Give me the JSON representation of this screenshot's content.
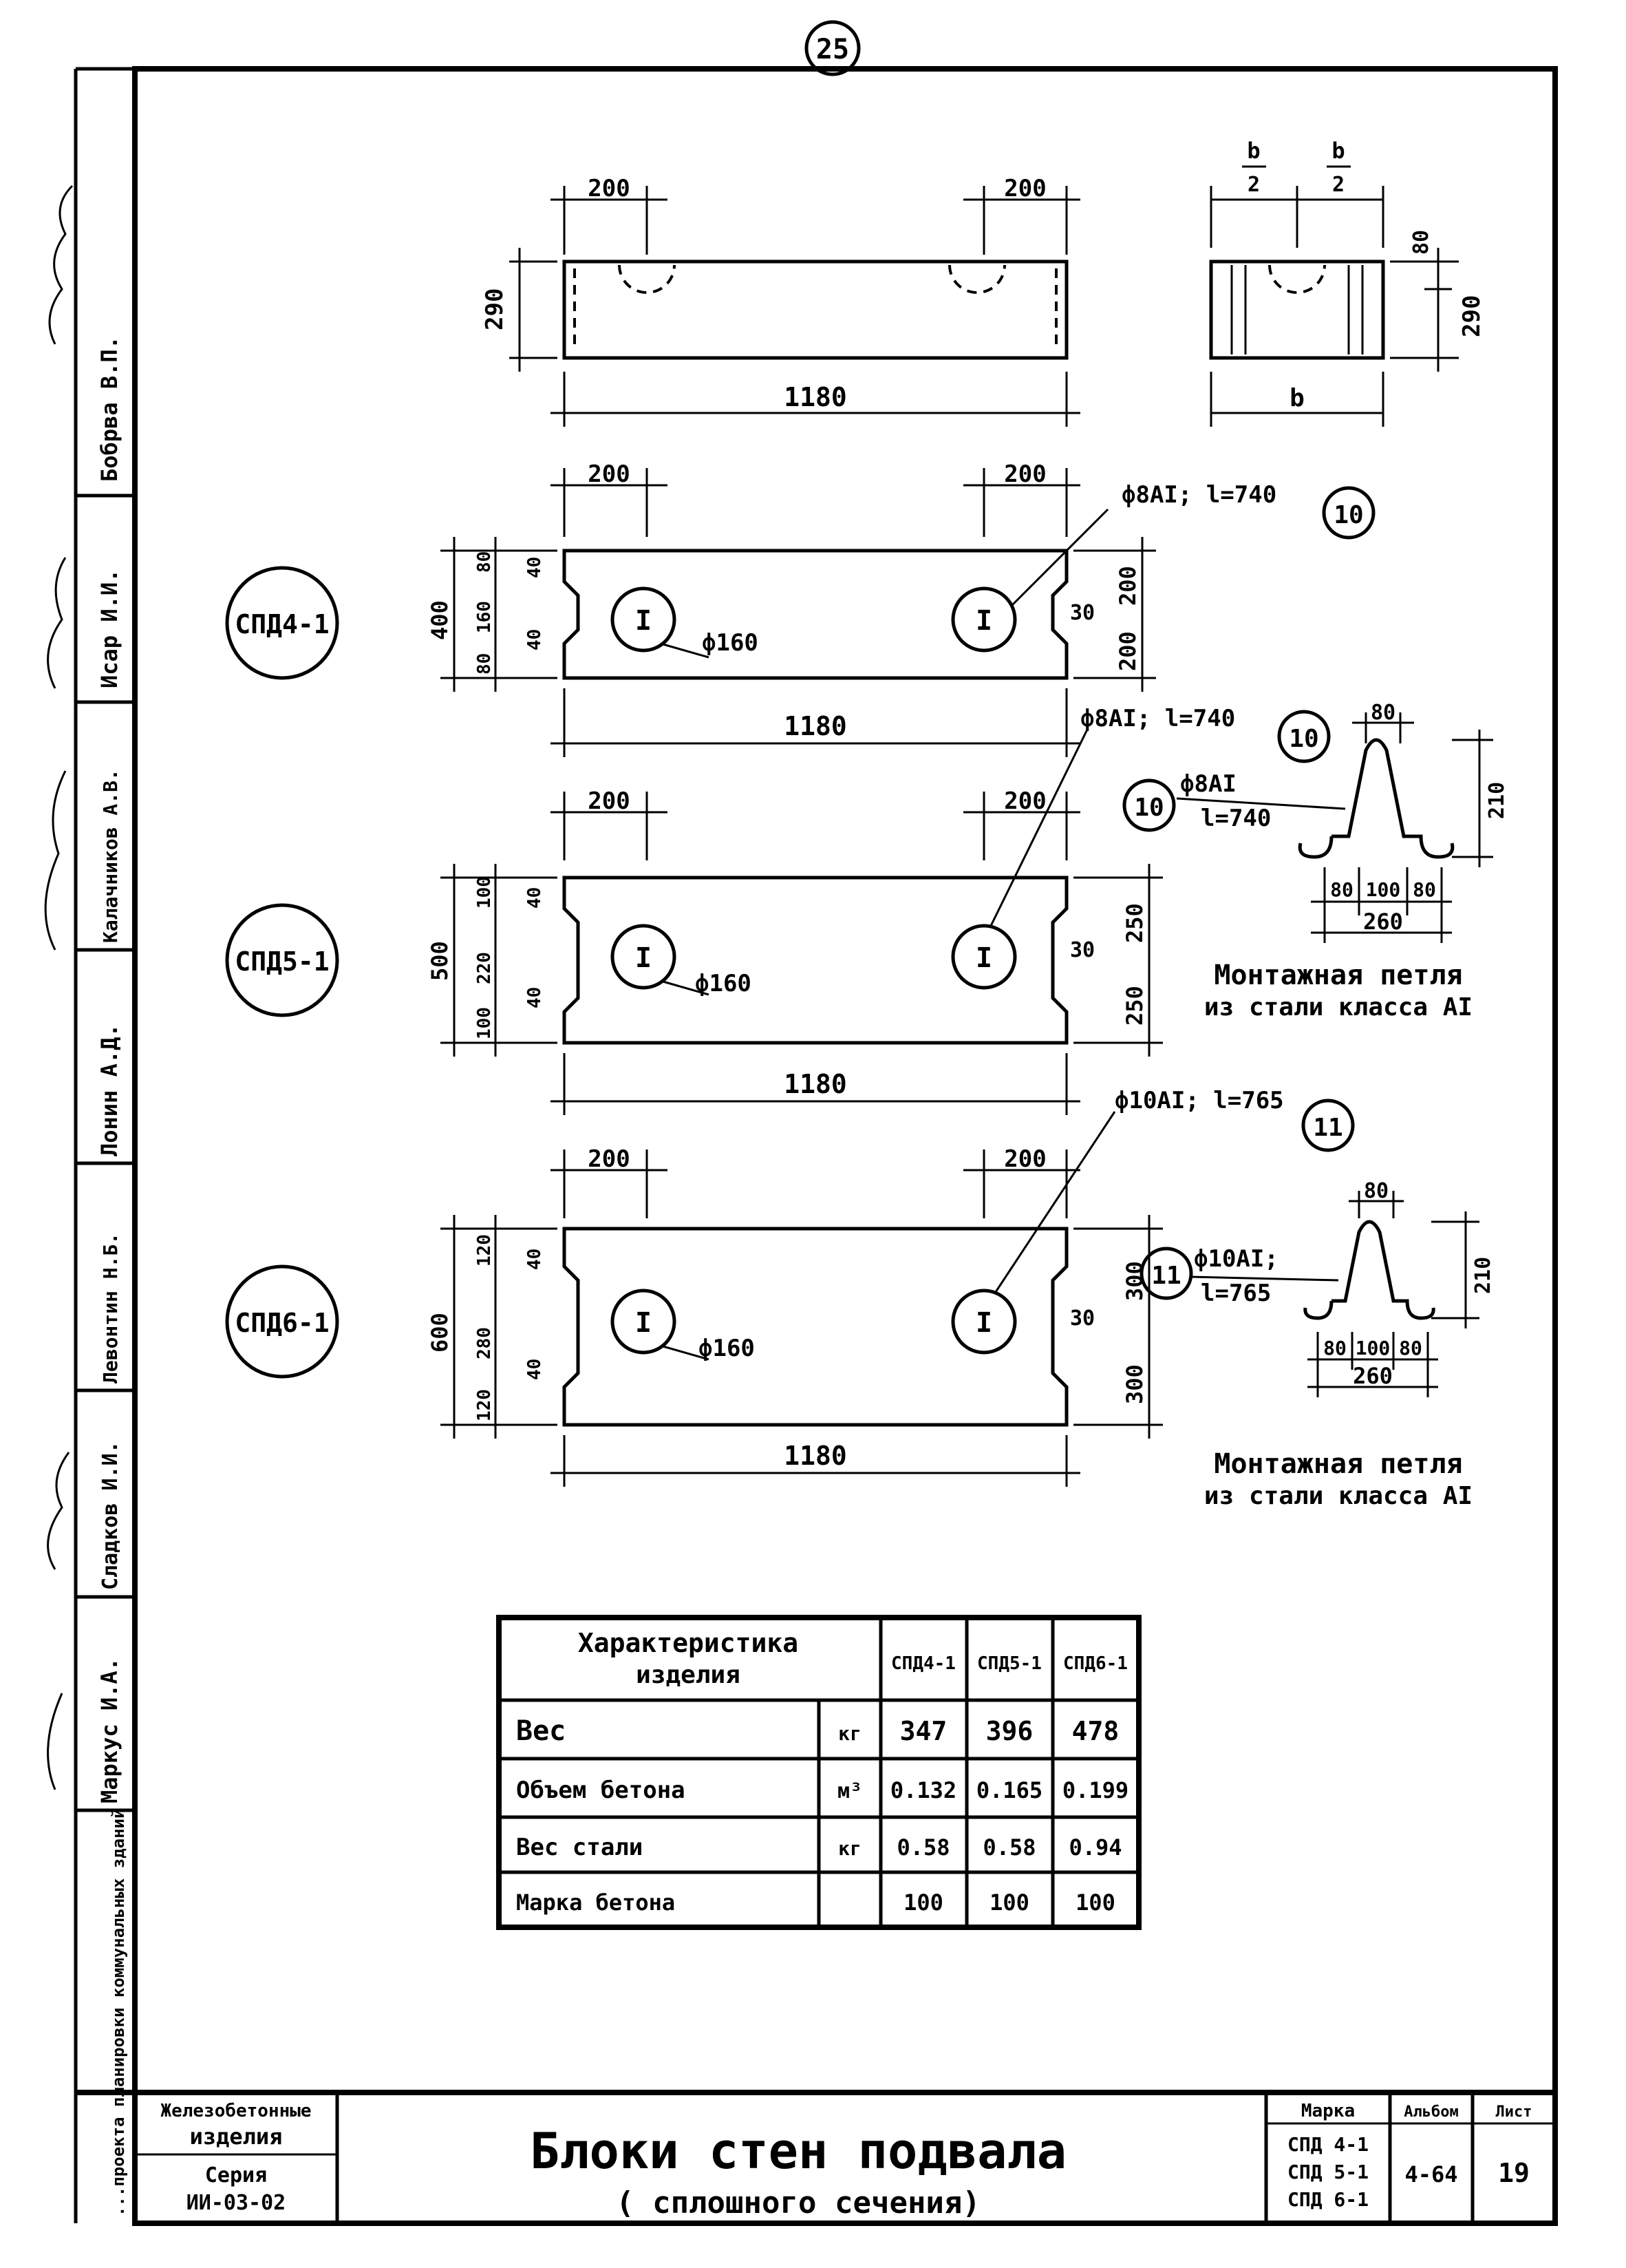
{
  "sheet_number": "25",
  "side_stamp": {
    "names": [
      "Бобрва В.П.",
      "Исар И.И.",
      "Калачников А.В.",
      "Лонин А.Д.",
      "Левонтин Н.Б.",
      "Сладков И.И.",
      "Маркус И.А."
    ],
    "organization": "...проекта планировки коммунальных зданий"
  },
  "drawing": {
    "top": {
      "dim_left": "200",
      "dim_right": "200",
      "height": "290",
      "length": "1180",
      "side_half1": "b",
      "side_half2": "b",
      "side_half_den": "2",
      "side_top": "80",
      "side_height": "290",
      "side_width": "b"
    },
    "blocks": [
      {
        "label": "СПД4-1",
        "dim_left": "200",
        "dim_right": "200",
        "length": "1180",
        "height": "400",
        "left_dims": [
          "80",
          "160",
          "80"
        ],
        "left_small": [
          "40",
          "40"
        ],
        "right_dims": [
          "200",
          "200"
        ],
        "notch": "30",
        "hole_dia": "ф160",
        "hole_mark": "I",
        "rebar": "ф8AI; l=740",
        "rebar_pos": "10"
      },
      {
        "label": "СПД5-1",
        "dim_left": "200",
        "dim_right": "200",
        "length": "1180",
        "height": "500",
        "left_dims": [
          "100",
          "220",
          "100"
        ],
        "left_small": [
          "40",
          "40"
        ],
        "right_dims": [
          "250",
          "250"
        ],
        "notch": "30",
        "hole_dia": "ф160",
        "hole_mark": "I",
        "rebar": "ф8AI; l=740",
        "rebar_pos": "10"
      },
      {
        "label": "СПД6-1",
        "dim_left": "200",
        "dim_right": "200",
        "length": "1180",
        "height": "600",
        "left_dims": [
          "120",
          "280",
          "120"
        ],
        "left_small": [
          "40",
          "40"
        ],
        "right_dims": [
          "300",
          "300"
        ],
        "notch": "30",
        "hole_dia": "ф160",
        "hole_mark": "I",
        "rebar": "ф10AI; l=765",
        "rebar_pos": "11"
      }
    ],
    "loops": [
      {
        "pos": "10",
        "steel": "ф8AI",
        "length": "l=740",
        "top": "80",
        "height": "210",
        "parts": [
          "80",
          "100",
          "80"
        ],
        "total": "260",
        "caption_1": "Монтажная петля",
        "caption_2": "из стали класса AI"
      },
      {
        "pos": "11",
        "steel": "ф10AI;",
        "length": "l=765",
        "top": "80",
        "height": "210",
        "parts": [
          "80",
          "100",
          "80"
        ],
        "total": "260",
        "caption_1": "Монтажная петля",
        "caption_2": "из стали класса AI"
      }
    ]
  },
  "spec_table": {
    "header_1": "Характеристика",
    "header_2": "изделия",
    "columns": [
      "СПД4-1",
      "СПД5-1",
      "СПД6-1"
    ],
    "rows": [
      {
        "name": "Вес",
        "unit": "кг",
        "values": [
          "347",
          "396",
          "478"
        ]
      },
      {
        "name": "Объем бетона",
        "unit": "м³",
        "values": [
          "0.132",
          "0.165",
          "0.199"
        ]
      },
      {
        "name": "Вес стали",
        "unit": "кг",
        "values": [
          "0.58",
          "0.58",
          "0.94"
        ]
      },
      {
        "name": "Марка бетона",
        "unit": "",
        "values": [
          "100",
          "100",
          "100"
        ]
      }
    ]
  },
  "title_block": {
    "left_1": "Железобетонные",
    "left_2": "изделия",
    "left_3": "Серия",
    "left_4": "ИИ-03-02",
    "title": "Блоки стен подвала",
    "subtitle": "( сплошного сечения)",
    "mark_header": "Марка",
    "marks": [
      "СПД 4-1",
      "СПД 5-1",
      "СПД 6-1"
    ],
    "album_header": "Альбом",
    "album": "4-64",
    "sheet_header": "Лист",
    "sheet": "19"
  }
}
